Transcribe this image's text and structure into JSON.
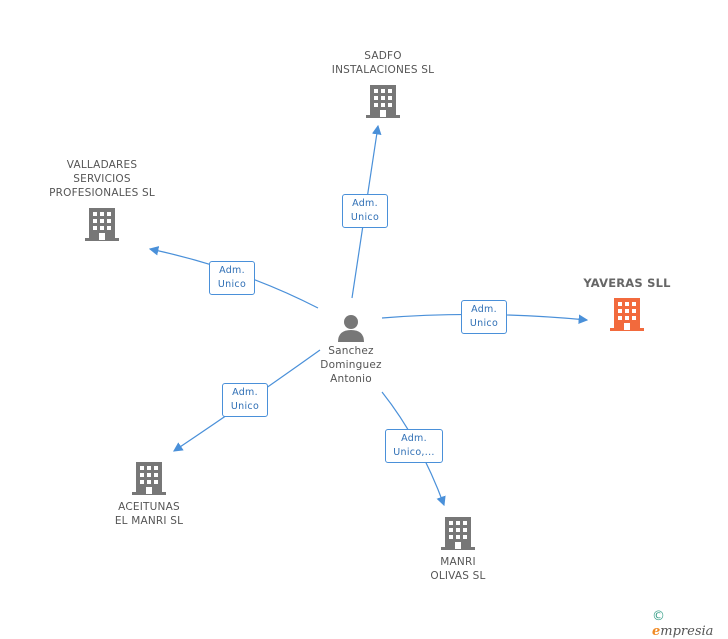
{
  "person": {
    "label": "Sanchez\nDominguez\nAntonio"
  },
  "companies": {
    "sadfo": {
      "label": "SADFO\nINSTALACIONES SL"
    },
    "valladares": {
      "label": "VALLADARES\nSERVICIOS\nPROFESIONALES SL"
    },
    "yaveras": {
      "label": "YAVERAS SLL"
    },
    "aceitunas": {
      "label": "ACEITUNAS\nEL MANRI SL"
    },
    "manri": {
      "label": "MANRI\nOLIVAS SL"
    }
  },
  "roles": {
    "sadfo": "Adm.\nUnico",
    "valladares": "Adm.\nUnico",
    "yaveras": "Adm.\nUnico",
    "aceitunas": "Adm.\nUnico",
    "manri": "Adm.\nUnico,..."
  },
  "colors": {
    "edge": "#4a90d9",
    "building": "#777777",
    "highlight": "#f26a3d",
    "person": "#777777"
  },
  "footer": {
    "copyright": "©",
    "brand_first": "e",
    "brand_rest": "mpresia"
  }
}
